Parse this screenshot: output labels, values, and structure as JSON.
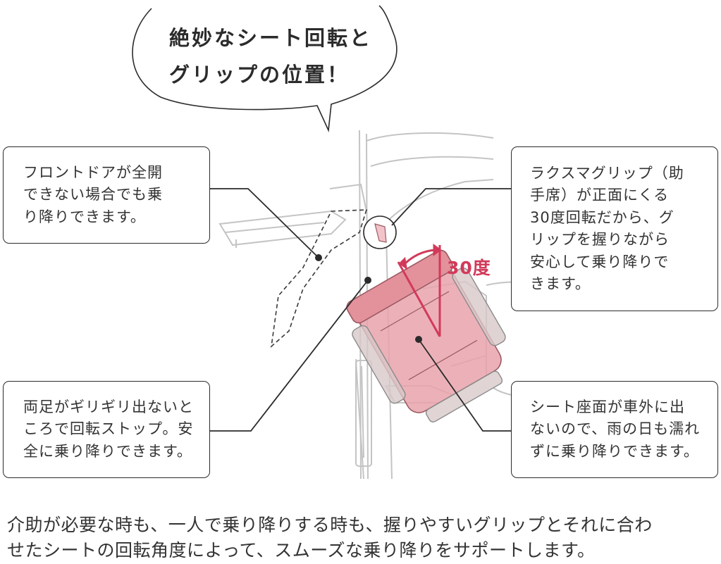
{
  "bubble": {
    "line1": "絶妙なシート回転と",
    "line2": "グリップの位置！"
  },
  "callouts": {
    "front_door": {
      "lines": [
        "フロントドアが全開",
        "できない場合でも乗",
        "り降りできます。"
      ]
    },
    "grip": {
      "lines": [
        "ラクスマグリップ（助",
        "手席）が正面にくる",
        "30度回転だから、グ",
        "リップを握りながら",
        "安心して乗り降りで",
        "きます。"
      ]
    },
    "feet_stop": {
      "lines": [
        "両足がギリギリ出ないと",
        "ころで回転ストップ。安",
        "全に乗り降りできます。"
      ]
    },
    "seat_surface": {
      "lines": [
        "シート座面が車外に出",
        "ないので、雨の日も濡れ",
        "ずに乗り降りできます。"
      ]
    }
  },
  "angle_label": "30度",
  "footer": {
    "line1": "介助が必要な時も、一人で乗り降りする時も、握りやすいグリップとそれに合わ",
    "line2": "せたシートの回転角度によって、スムーズな乗り降りをサポートします。"
  },
  "colors": {
    "accent": "#d23a5a",
    "seat_fill": "#e9a3ab",
    "line": "#2b2b2b",
    "car_outline": "#bdbdbd"
  },
  "icons": {
    "grip": "grip-handle-icon"
  }
}
